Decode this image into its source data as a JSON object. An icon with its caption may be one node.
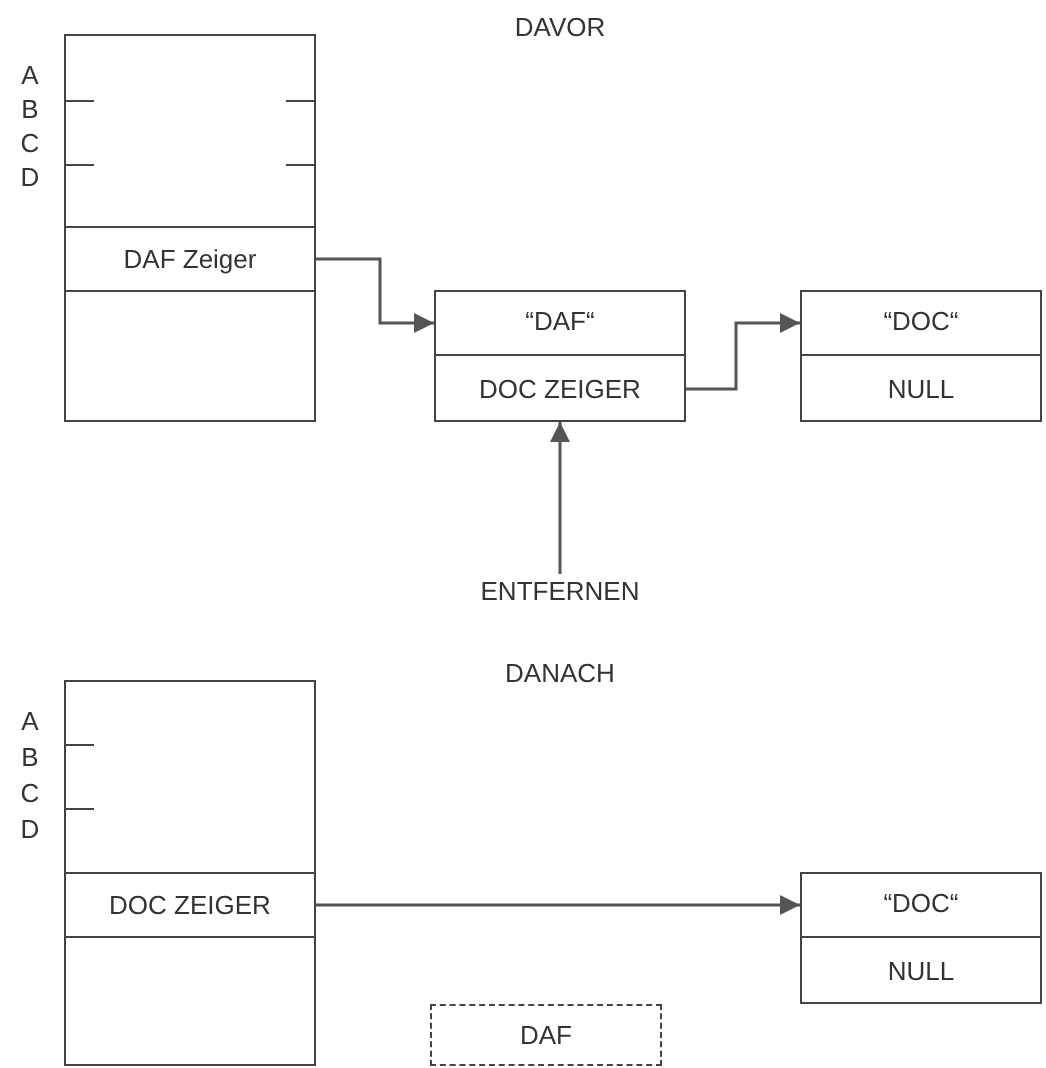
{
  "diagram": {
    "nodes": [
      {
        "text": [],
        "shape": "box"
      },
      {
        "text": [
          "DAF Zeiger"
        ],
        "in": 0
      },
      {
        "text": [],
        "shape": "box"
      },
      {
        "text": [
          "“DAF“"
        ],
        "in": 2
      },
      {
        "text": [
          "DOC ZEIGER"
        ],
        "in": 2
      },
      {
        "text": [],
        "shape": "box"
      },
      {
        "text": [
          "“DOC“"
        ],
        "in": 5
      },
      {
        "text": [
          "NULL"
        ],
        "in": 5
      },
      {
        "text": [
          "ENTFERNEN"
        ]
      },
      {
        "text": [],
        "shape": "box"
      },
      {
        "text": [
          "DOC ZEIGER"
        ],
        "in": 9
      },
      {
        "text": [],
        "shape": "box"
      },
      {
        "text": [
          "“DOC“"
        ],
        "in": 11
      },
      {
        "text": [
          "NULL"
        ],
        "in": 11
      },
      {
        "text": [
          "DAF"
        ]
      }
    ],
    "edges": [
      {
        "from": 1,
        "to": 3,
        "arrow": "to"
      },
      {
        "from": 4,
        "to": 6,
        "arrow": "to"
      },
      {
        "from": 8,
        "to": 4,
        "arrow": "to"
      },
      {
        "from": 10,
        "to": 12,
        "arrow": "to"
      }
    ],
    "labels": [
      "DAVOR",
      "A",
      "B",
      "C",
      "D",
      "DANACH",
      "A",
      "B",
      "C",
      "D"
    ]
  }
}
